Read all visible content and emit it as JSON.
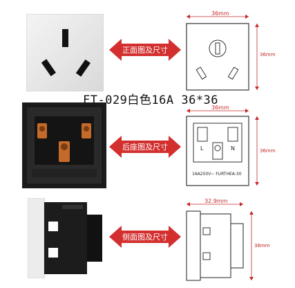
{
  "title": "FT-029白色16A 36*36",
  "front": {
    "label": "正面图及尺寸",
    "width_dim": "36mm",
    "height_dim": "36mm"
  },
  "back": {
    "label": "后座图及尺寸",
    "width_dim": "36mm",
    "height_dim": "36mm",
    "marks": {
      "L": "L",
      "N": "N",
      "rating": "16A250V~ FURTHEA-30"
    }
  },
  "side": {
    "label": "侧面图及尺寸",
    "width_dim": "32.9mm",
    "height_dim": "36mm"
  },
  "colors": {
    "accent": "#d32f2f",
    "dim": "#c62828",
    "panel": "#eeeeee"
  }
}
